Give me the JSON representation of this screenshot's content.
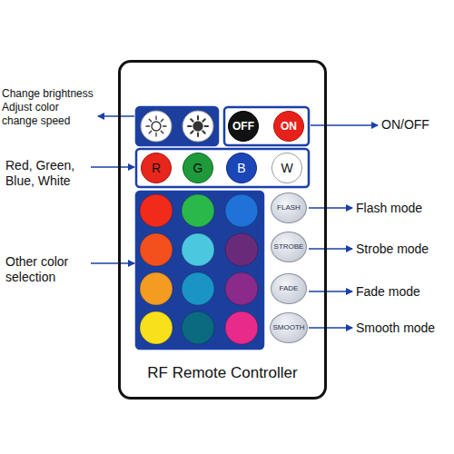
{
  "diagram": {
    "nodes": [
      {
        "text": [
          "RF Remote Controller"
        ]
      },
      {
        "text": [
          "OFF"
        ],
        "in": 0
      },
      {
        "text": [
          "ON"
        ],
        "in": 0
      },
      {
        "text": [
          "R"
        ],
        "in": 0
      },
      {
        "text": [
          "G"
        ],
        "in": 0
      },
      {
        "text": [
          "B"
        ],
        "in": 0
      },
      {
        "text": [
          "W"
        ],
        "in": 0
      },
      {
        "text": [
          "FLASH"
        ],
        "in": 0
      },
      {
        "text": [
          "STROBE"
        ],
        "in": 0
      },
      {
        "text": [
          "FADE"
        ],
        "in": 0
      },
      {
        "text": [
          "SMOOTH"
        ],
        "in": 0
      }
    ],
    "labels": [
      "Change brightness Adjust color change speed",
      "Red, Green, Blue, White",
      "Other color selection",
      "ON/OFF",
      "Flash mode",
      "Strobe mode",
      "Fade mode",
      "Smooth mode"
    ]
  }
}
